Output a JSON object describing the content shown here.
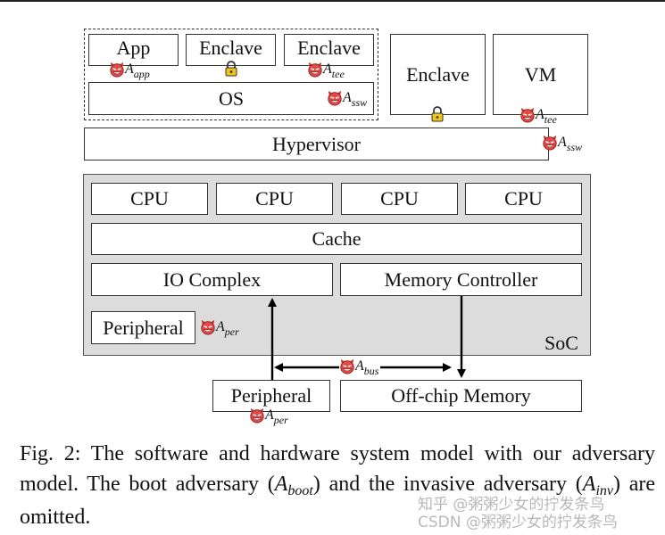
{
  "diagram": {
    "top": {
      "app": "App",
      "enclave_lock": "Enclave",
      "enclave_tee": "Enclave",
      "os": "OS",
      "enclave_right": "Enclave",
      "vm": "VM",
      "hypervisor": "Hypervisor"
    },
    "soc": {
      "label": "SoC",
      "cpus": [
        "CPU",
        "CPU",
        "CPU",
        "CPU"
      ],
      "cache": "Cache",
      "io_complex": "IO Complex",
      "memory_controller": "Memory Controller",
      "peripheral_internal": "Peripheral"
    },
    "external": {
      "peripheral": "Peripheral",
      "offchip_memory": "Off-chip Memory"
    },
    "adversaries": {
      "app": {
        "symbol": "A",
        "sub": "app"
      },
      "tee_top": {
        "symbol": "A",
        "sub": "tee"
      },
      "ssw_os": {
        "symbol": "A",
        "sub": "ssw"
      },
      "tee_vm": {
        "symbol": "A",
        "sub": "tee"
      },
      "ssw_hyp": {
        "symbol": "A",
        "sub": "ssw"
      },
      "per_internal": {
        "symbol": "A",
        "sub": "per"
      },
      "bus": {
        "symbol": "A",
        "sub": "bus"
      },
      "per_external": {
        "symbol": "A",
        "sub": "per"
      }
    }
  },
  "caption": {
    "t1": "Fig. 2: The software and hardware system model with our adversary model. The boot adversary (",
    "m1": "A",
    "s1": "boot",
    "t2": ") and the invasive adversary (",
    "m2": "A",
    "s2": "inv",
    "t3": ") are omitted."
  },
  "watermark": {
    "line1": "知乎 @粥粥少女的拧发条鸟",
    "line2": "CSDN @粥粥少女的拧发条鸟"
  },
  "colors": {
    "soc_fill": "#dcdcdc",
    "devil_face": "#e04a4a",
    "lock_body": "#f0c419"
  }
}
